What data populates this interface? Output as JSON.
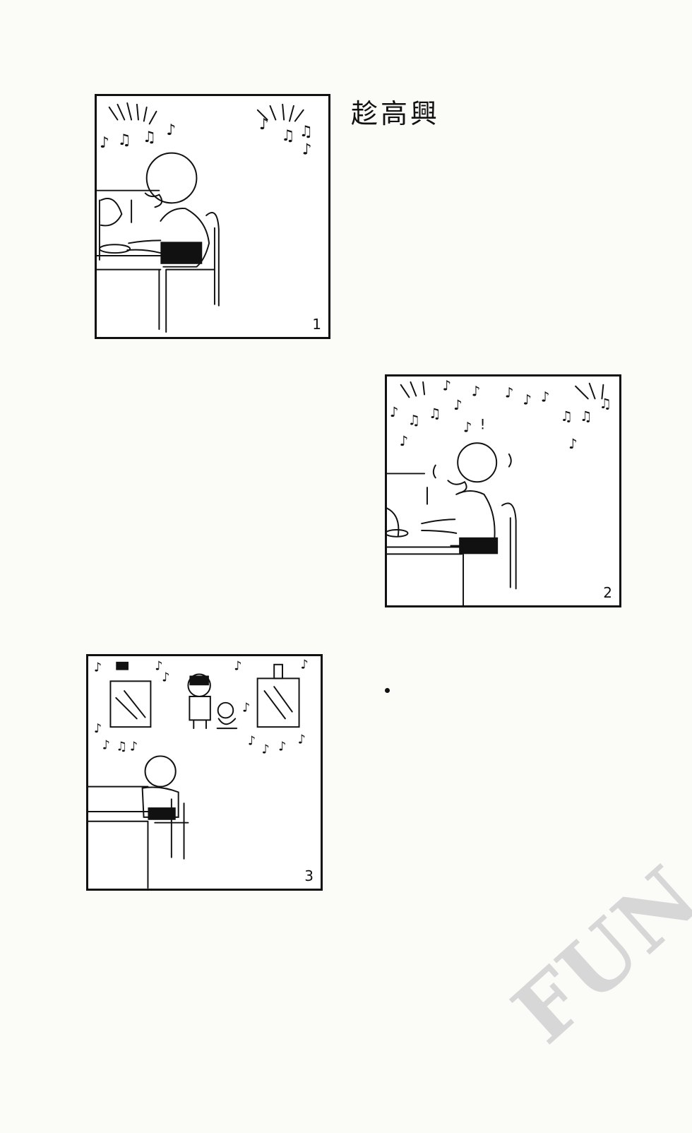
{
  "title": "趁高興",
  "panels": [
    {
      "number": "1"
    },
    {
      "number": "2"
    },
    {
      "number": "3"
    }
  ],
  "watermark": "FUN"
}
